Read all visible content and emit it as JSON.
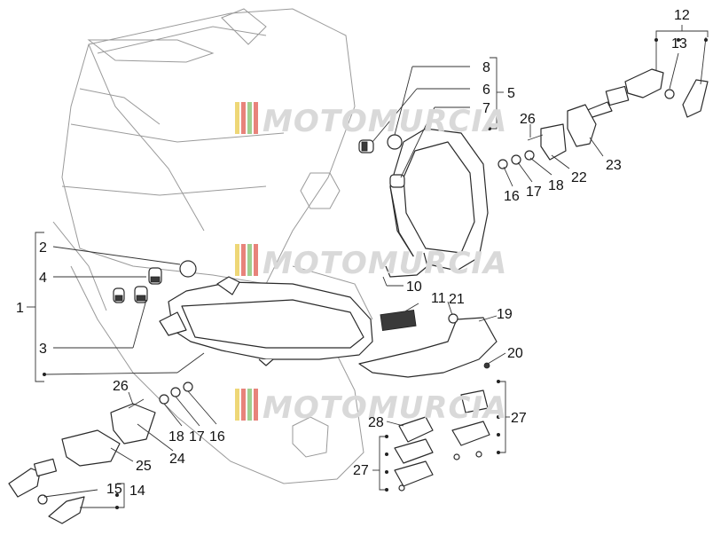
{
  "watermark": {
    "text": "MOTOMURCIA",
    "stripe_colors": [
      "#e8c94a",
      "#e05a4f",
      "#7fbf6a",
      "#e05a4f"
    ]
  },
  "callouts": {
    "c1": "1",
    "c2": "2",
    "c3": "3",
    "c4": "4",
    "c5": "5",
    "c6": "6",
    "c7": "7",
    "c8": "8",
    "c10": "10",
    "c11": "11",
    "c12": "12",
    "c13": "13",
    "c14": "14",
    "c15": "15",
    "c16a": "16",
    "c16b": "16",
    "c17a": "17",
    "c17b": "17",
    "c18a": "18",
    "c18b": "18",
    "c19": "19",
    "c20": "20",
    "c21": "21",
    "c22": "22",
    "c23": "23",
    "c24": "24",
    "c25": "25",
    "c26a": "26",
    "c26b": "26",
    "c27a": "27",
    "c27b": "27",
    "c28": "28"
  }
}
